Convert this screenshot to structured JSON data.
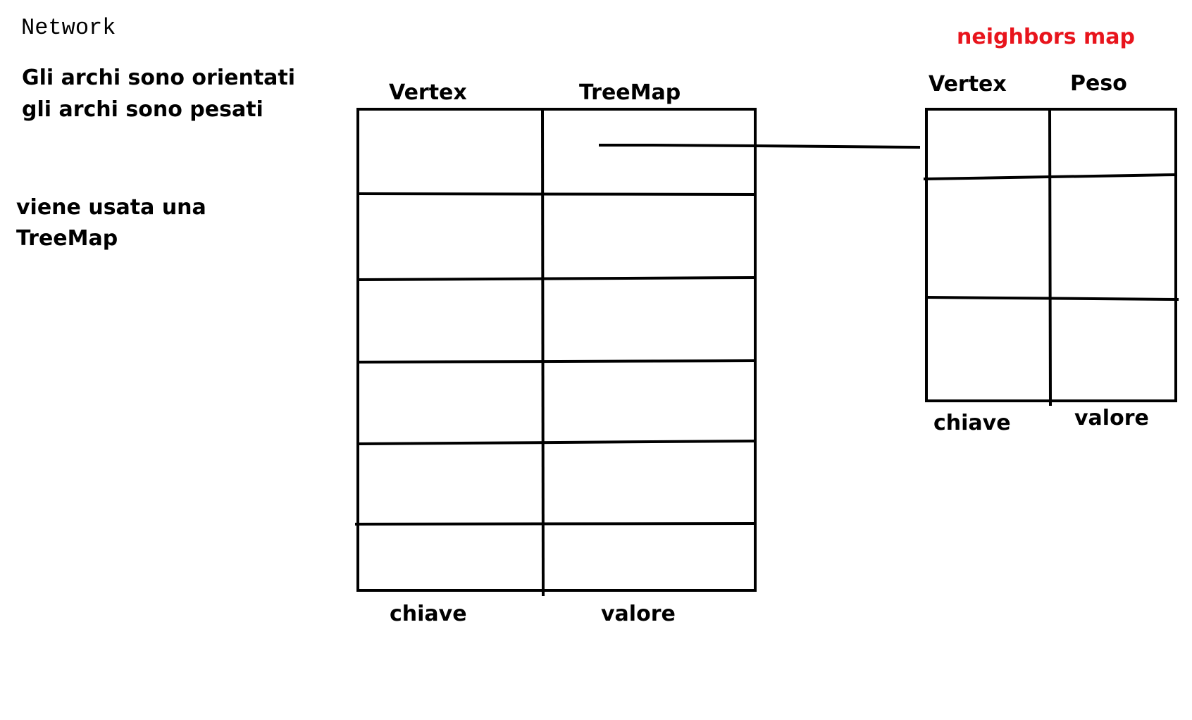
{
  "title": "Network",
  "notes": {
    "line1": "Gli archi sono orientati",
    "line2": "gli archi sono pesati",
    "line3": "viene usata una",
    "line4": "TreeMap"
  },
  "main_map": {
    "header_key": "Vertex",
    "header_value": "TreeMap",
    "footer_key": "chiave",
    "footer_value": "valore",
    "row_count": 6
  },
  "neighbors_map": {
    "title": "neighbors map",
    "header_key": "Vertex",
    "header_value": "Peso",
    "footer_key": "chiave",
    "footer_value": "valore",
    "row_count": 3
  },
  "colors": {
    "text": "#000000",
    "accent": "#e8141c",
    "background": "#ffffff"
  }
}
